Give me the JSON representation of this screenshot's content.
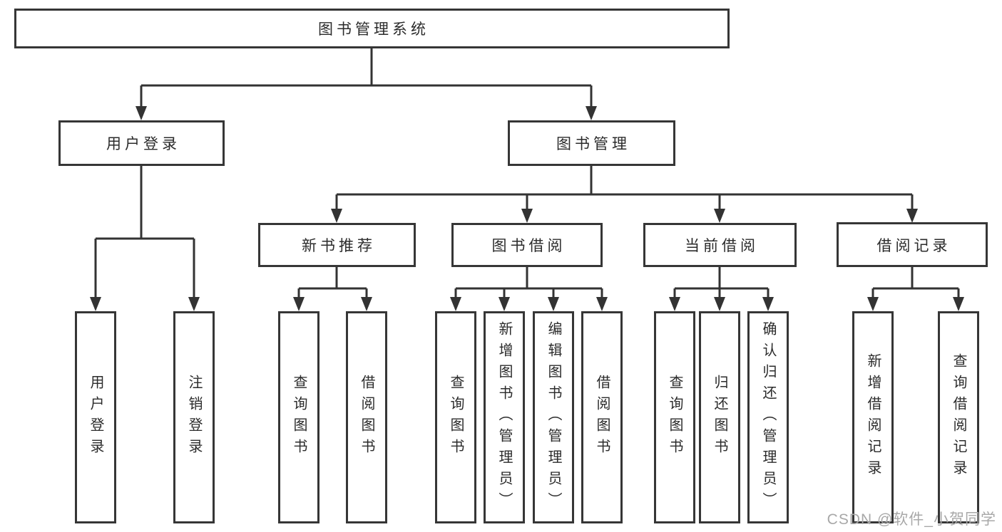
{
  "colors": {
    "background": "#ffffff",
    "line_color": "#333333",
    "box_border": "#363636",
    "box_fill": "#ffffff",
    "text_color": "#2b2b2b",
    "watermark_color": "#a8a8a8"
  },
  "root": {
    "label": "图书管理系统"
  },
  "level2": [
    {
      "label": "用户登录"
    },
    {
      "label": "图书管理"
    }
  ],
  "level3": [
    {
      "label": "新书推荐"
    },
    {
      "label": "图书借阅"
    },
    {
      "label": "当前借阅"
    },
    {
      "label": "借阅记录"
    }
  ],
  "leaves": [
    {
      "group": "用户登录",
      "label": "用户登录"
    },
    {
      "group": "用户登录",
      "label": "注销登录"
    },
    {
      "group": "新书推荐",
      "label": "查询图书"
    },
    {
      "group": "新书推荐",
      "label": "借阅图书"
    },
    {
      "group": "图书借阅",
      "label": "查询图书"
    },
    {
      "group": "图书借阅",
      "label": "新增图书（管理员）"
    },
    {
      "group": "图书借阅",
      "label": "编辑图书（管理员）"
    },
    {
      "group": "图书借阅",
      "label": "借阅图书"
    },
    {
      "group": "当前借阅",
      "label": "查询图书"
    },
    {
      "group": "当前借阅",
      "label": "归还图书"
    },
    {
      "group": "当前借阅",
      "label": "确认归还（管理员）"
    },
    {
      "group": "借阅记录",
      "label": "新增借阅记录"
    },
    {
      "group": "借阅记录",
      "label": "查询借阅记录"
    }
  ],
  "watermark": "CSDN @软件_小贺同学"
}
